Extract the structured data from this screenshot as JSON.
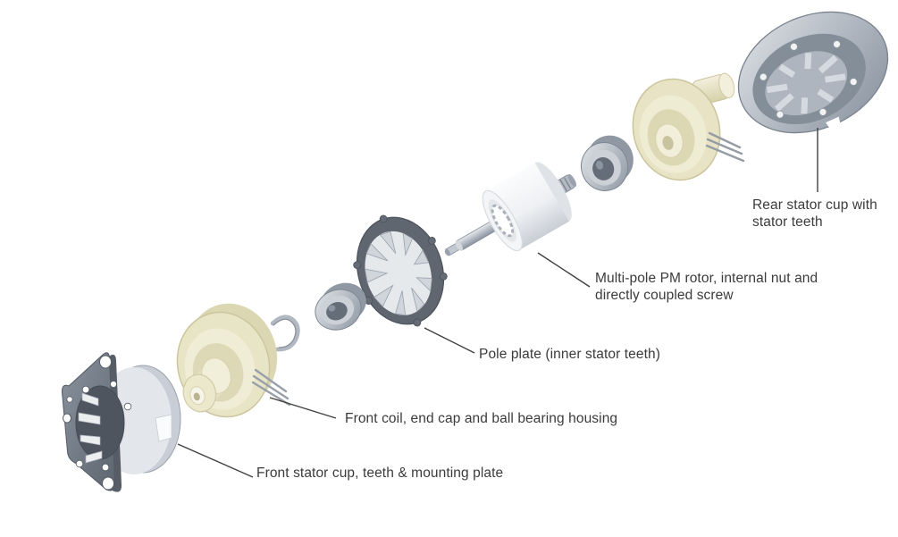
{
  "diagram": {
    "subject": "exploded-view-pm-stepper-linear-actuator",
    "labels": {
      "rear_stator_cup": "Rear stator cup with stator teeth",
      "rotor": "Multi-pole PM rotor, internal nut and directly coupled screw",
      "pole_plate": "Pole plate (inner stator teeth)",
      "front_coil": "Front coil, end cap and ball bearing housing",
      "front_stator_cup": "Front stator cup, teeth & mounting plate"
    }
  },
  "palette": {
    "background": "#ffffff",
    "label_text": "#3b3b3b",
    "leader_line": "#404040",
    "metal_light": "#e2e6ea",
    "metal_mid": "#9aa3ae",
    "metal_dark": "#6b747f",
    "plate_gray": "#6e7680",
    "coil_cream": "#e8e4c6",
    "coil_cream_dark": "#d9d4ae",
    "rotor_white": "#f4f5f7"
  }
}
